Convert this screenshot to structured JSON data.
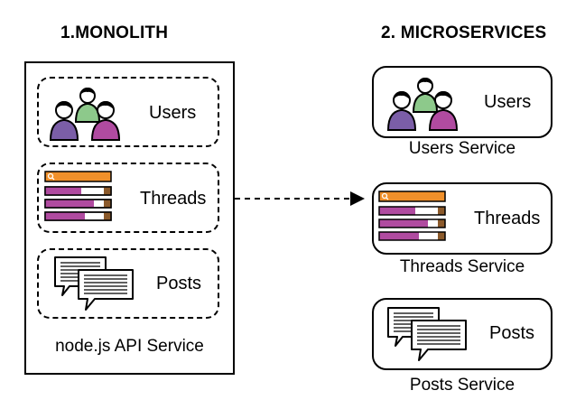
{
  "monolith": {
    "heading": "1.MONOLITH",
    "users_label": "Users",
    "threads_label": "Threads",
    "posts_label": "Posts",
    "footer": "node.js API Service"
  },
  "microservices": {
    "heading": "2. MICROSERVICES",
    "users_label": "Users",
    "users_caption": "Users Service",
    "threads_label": "Threads",
    "threads_caption": "Threads Service",
    "posts_label": "Posts",
    "posts_caption": "Posts Service"
  },
  "colors": {
    "purple": "#7B5EA7",
    "green": "#8DC98B",
    "magenta": "#B04BA0",
    "orange": "#F0902A",
    "brown": "#8B5A2B"
  },
  "icons": {
    "users": "users-group-icon",
    "threads": "threads-list-icon",
    "posts": "chat-bubbles-icon",
    "arrow": "dashed-arrow-icon"
  }
}
